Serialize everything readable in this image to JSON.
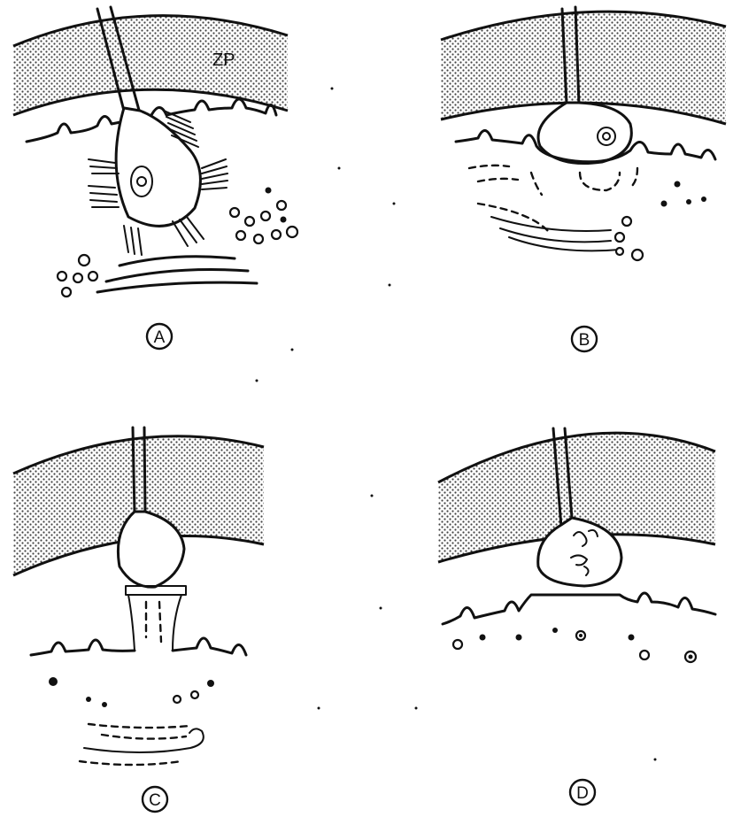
{
  "panels": [
    {
      "id": "A",
      "label": "A"
    },
    {
      "id": "B",
      "label": "B"
    },
    {
      "id": "C",
      "label": "C"
    },
    {
      "id": "D",
      "label": "D"
    }
  ],
  "zona_label": "ZP"
}
